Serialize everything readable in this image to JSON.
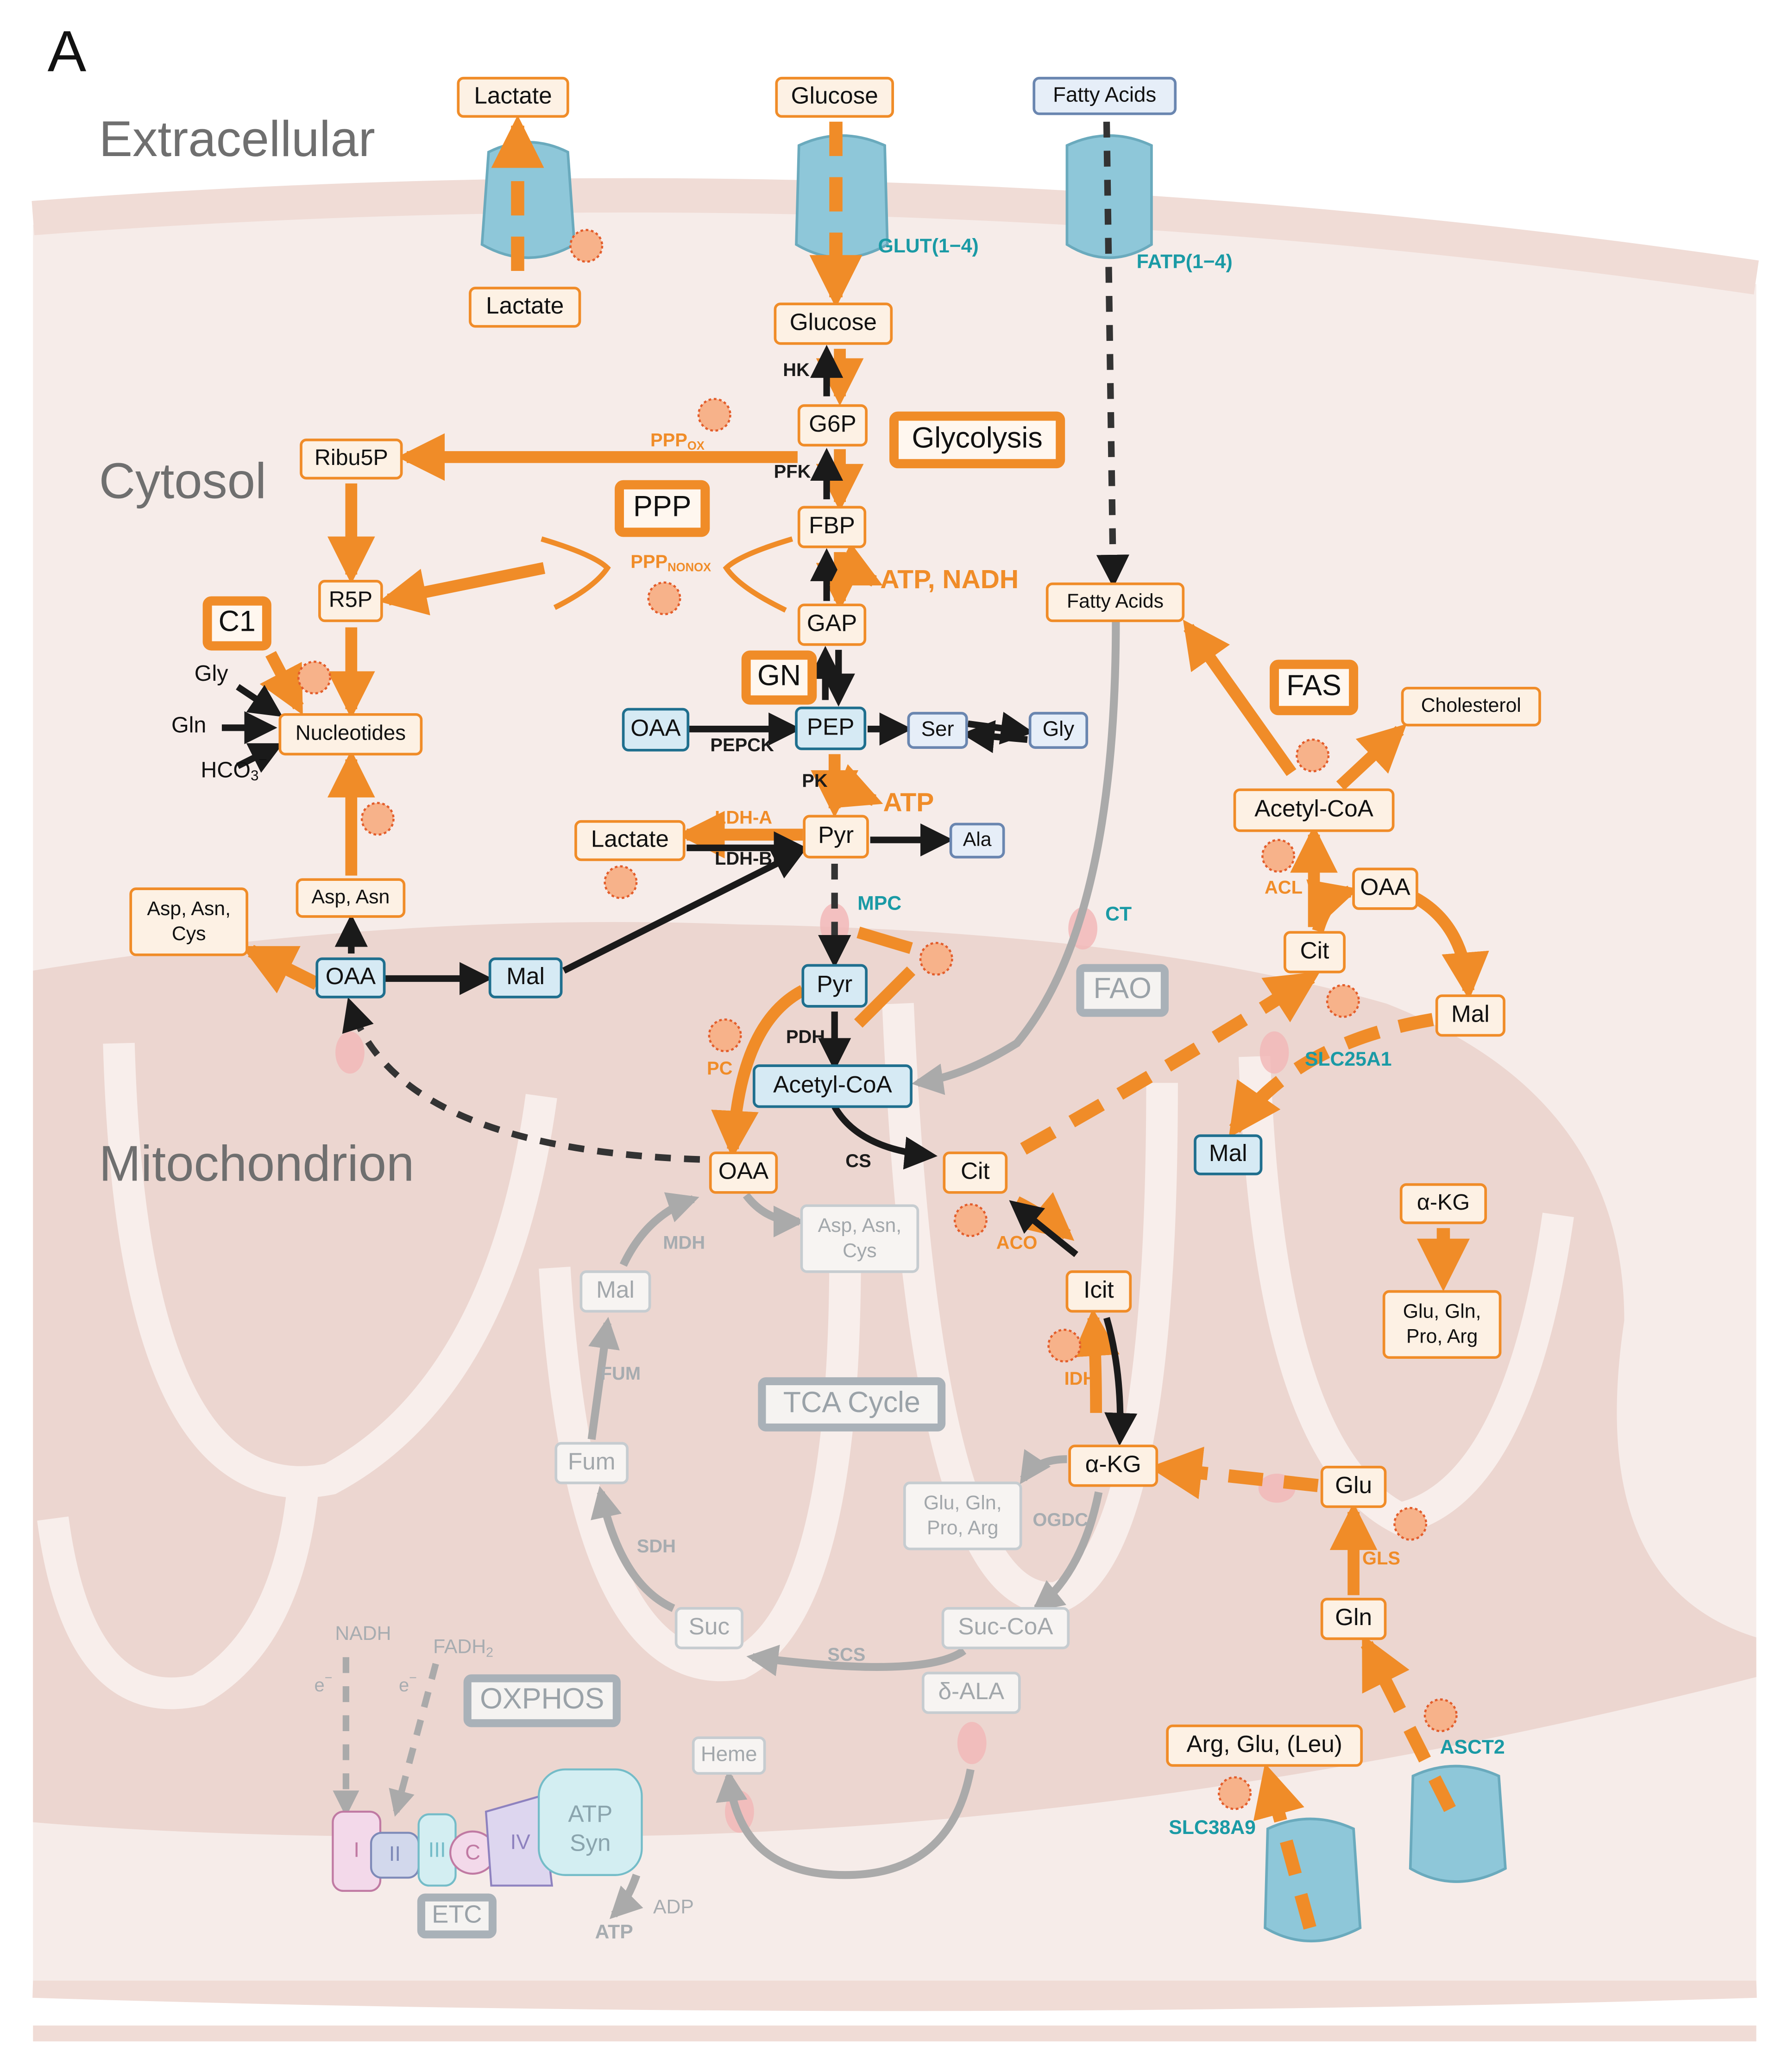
{
  "panel_label": "A",
  "regions": {
    "extracellular": "Extracellular",
    "cytosol": "Cytosol",
    "mitochondrion": "Mitochondrion"
  },
  "pathway_titles": {
    "glycolysis": "Glycolysis",
    "ppp": "PPP",
    "c1": "C1",
    "gn": "GN",
    "fas": "FAS",
    "fao": "FAO",
    "tca": "TCA Cycle",
    "oxphos": "OXPHOS",
    "etc": "ETC"
  },
  "metabolites": {
    "lactate_out": "Lactate",
    "glucose_out": "Glucose",
    "fatty_acids_out": "Fatty Acids",
    "lactate_in": "Lactate",
    "glucose_in": "Glucose",
    "g6p": "G6P",
    "fbp": "FBP",
    "gap": "GAP",
    "pep": "PEP",
    "pyr": "Pyr",
    "ribu5p": "Ribu5P",
    "r5p": "R5P",
    "nucleotides": "Nucleotides",
    "gly": "Gly",
    "gln": "Gln",
    "hco3": "HCO",
    "hco3_sub": "3",
    "hco3_sup": "−",
    "oaa_cyt": "OAA",
    "ser": "Ser",
    "gly2": "Gly",
    "lactate_cyt": "Lactate",
    "ala": "Ala",
    "asp_asn": "Asp, Asn",
    "asp_asn_cys": [
      "Asp, Asn,",
      "Cys"
    ],
    "oaa_blue": "OAA",
    "mal_blue": "Mal",
    "fatty_acids_cyt": "Fatty Acids",
    "cholesterol": "Cholesterol",
    "acetyl_coa_cyt": "Acetyl-CoA",
    "oaa_right": "OAA",
    "cit_right": "Cit",
    "mal_right": "Mal",
    "mal_mito_blue": "Mal",
    "akg_right": "α-KG",
    "glu_gln_pro_arg_right": [
      "Glu, Gln,",
      "Pro, Arg"
    ],
    "glu": "Glu",
    "gln2": "Gln",
    "arg_glu_leu": "Arg, Glu, (Leu)",
    "pyr_mito": "Pyr",
    "acetyl_coa_mito": "Acetyl-CoA",
    "oaa_mito": "OAA",
    "cit_mito": "Cit",
    "icit": "Icit",
    "akg_mito": "α-KG",
    "asp_asn_cys_mito": [
      "Asp, Asn,",
      "Cys"
    ],
    "mal_mito": "Mal",
    "fum": "Fum",
    "suc": "Suc",
    "suc_coa": "Suc-CoA",
    "d_ala": "δ-ALA",
    "heme": "Heme",
    "glu_gln_pro_arg_mito": [
      "Glu, Gln,",
      "Pro, Arg"
    ],
    "nadh": "NADH",
    "fadh": "FADH",
    "fadh_sub": "2",
    "e1": "e",
    "e2": "e",
    "e_sup": "−",
    "adp": "ADP",
    "atp_out": "ATP"
  },
  "enzymes": {
    "glut": "GLUT(1−4)",
    "fatp": "FATP(1−4)",
    "hk": "HK",
    "pfk": "PFK",
    "ppp_ox": "PPP",
    "ppp_ox_sub": "OX",
    "ppp_nonox": "PPP",
    "ppp_nonox_sub": "NONOX",
    "atp_nadh": "ATP, NADH",
    "pepck": "PEPCK",
    "pk": "PK",
    "atp": "ATP",
    "ldh_a": "LDH-A",
    "ldh_b": "LDH-B",
    "mpc": "MPC",
    "ct": "CT",
    "pdh": "PDH",
    "pc": "PC",
    "cs": "CS",
    "aco": "ACO",
    "idh": "IDH",
    "ogdc": "OGDC",
    "scs": "SCS",
    "sdh": "SDH",
    "fum_enz": "FUM",
    "mdh": "MDH",
    "acl": "ACL",
    "slc25a1": "SLC25A1",
    "gls": "GLS",
    "asct2": "ASCT2",
    "slc38a9": "SLC38A9"
  },
  "etc_complexes": {
    "c1": "I",
    "c2": "II",
    "c3": "III",
    "cc": "C",
    "c4": "IV",
    "atp_syn": [
      "ATP",
      "Syn"
    ]
  },
  "colors": {
    "orange": "#f08c28",
    "teal": "#1a9aa5",
    "membrane": "#f0dcd6",
    "mito": "#ecd6d0",
    "transporter": "#8ec7d9"
  },
  "icons": {
    "mtorc1_badge": "virus-like-badge-icon",
    "transporter": "transporter-channel-icon",
    "mito_pore": "mitochondrial-pore-icon"
  }
}
